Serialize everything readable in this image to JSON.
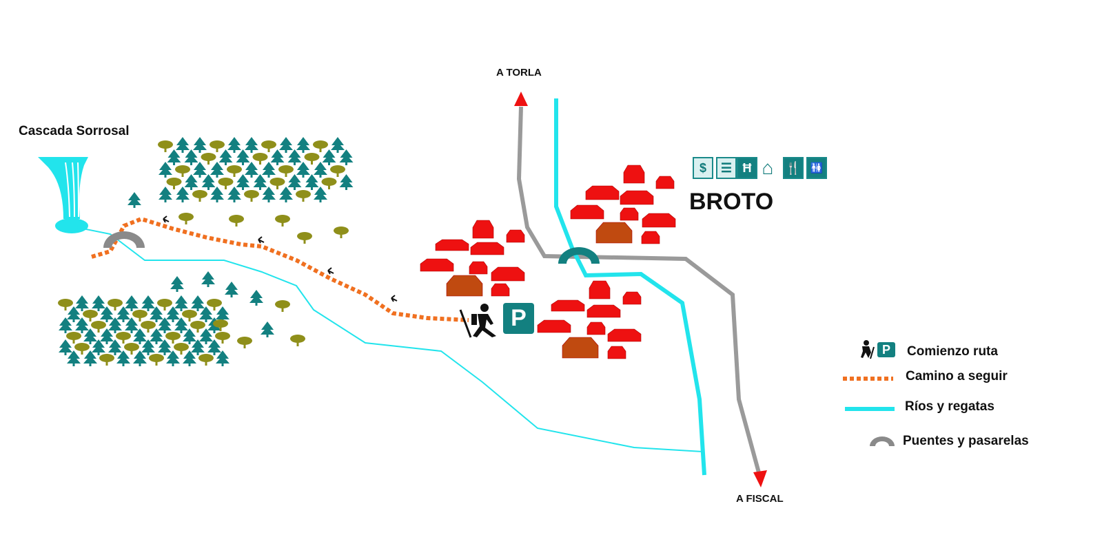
{
  "map": {
    "waterfall_label": "Cascada Sorrosal",
    "north_destination": "A TORLA",
    "south_destination": "A FISCAL",
    "village": "BROTO",
    "parking_sign": "P",
    "services": [
      {
        "icon": "bank-icon",
        "glyph": "$"
      },
      {
        "icon": "hostel-icon",
        "glyph": "☰"
      },
      {
        "icon": "picnic-icon",
        "glyph": "Ħ"
      },
      {
        "icon": "lodging-icon",
        "glyph": "⌂"
      },
      {
        "icon": "restaurant-icon",
        "glyph": "🍴"
      },
      {
        "icon": "toilets-icon",
        "glyph": "🚻"
      }
    ]
  },
  "legend": {
    "start": "Comienzo ruta",
    "path": "Camino a seguir",
    "rivers": "Ríos y regatas",
    "bridges": "Puentes y pasarelas"
  },
  "colors": {
    "road": "#9a9a9a",
    "river": "#22e4ec",
    "path": "#f07020",
    "teal": "#138080",
    "olive": "#8f8f1a",
    "house": "#ee1111",
    "house_brown": "#c04a10",
    "arrow": "#ee1111"
  }
}
